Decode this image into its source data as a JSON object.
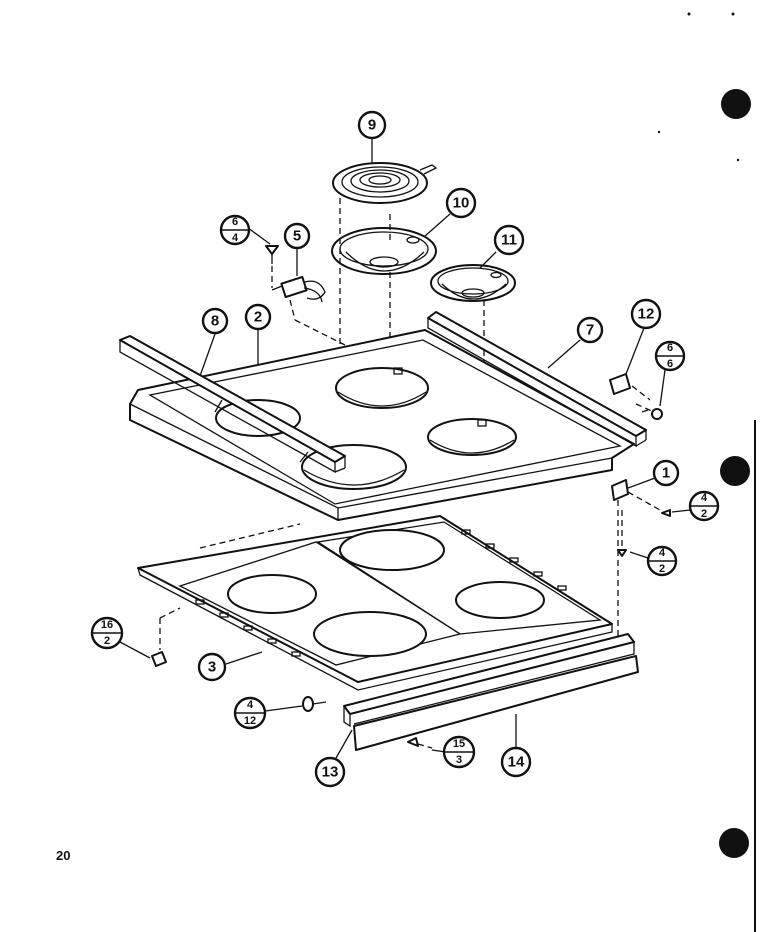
{
  "page_number": "20",
  "callouts": {
    "c1": "1",
    "c2": "2",
    "c3": "3",
    "c5": "5",
    "c7": "7",
    "c8": "8",
    "c9": "9",
    "c10": "10",
    "c11": "11",
    "c12": "12",
    "c13": "13",
    "c14": "14"
  },
  "fractions": {
    "f6_4": {
      "top": "6",
      "bottom": "4"
    },
    "f6_6": {
      "top": "6",
      "bottom": "6"
    },
    "f4_2a": {
      "top": "4",
      "bottom": "2"
    },
    "f4_2b": {
      "top": "4",
      "bottom": "2"
    },
    "f16_2": {
      "top": "16",
      "bottom": "2"
    },
    "f4_12": {
      "top": "4",
      "bottom": "12"
    },
    "f15_3": {
      "top": "15",
      "bottom": "3"
    }
  }
}
